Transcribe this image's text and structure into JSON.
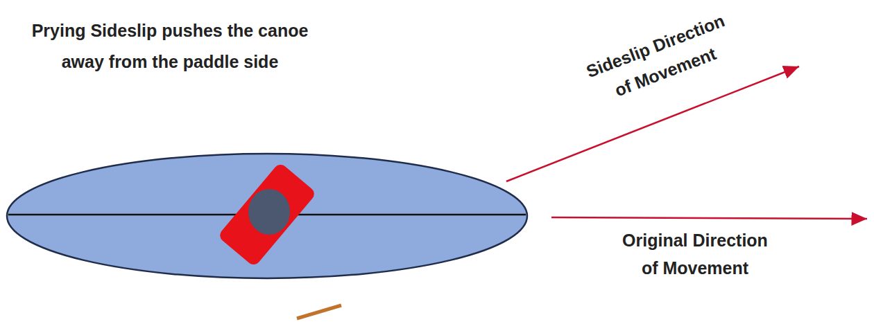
{
  "diagram": {
    "title": "Prying Sideslip pushes the canoe away from the paddle side",
    "labels": [
      "Sideslip Direction of Movement",
      "Original Direction of Movement"
    ]
  }
}
